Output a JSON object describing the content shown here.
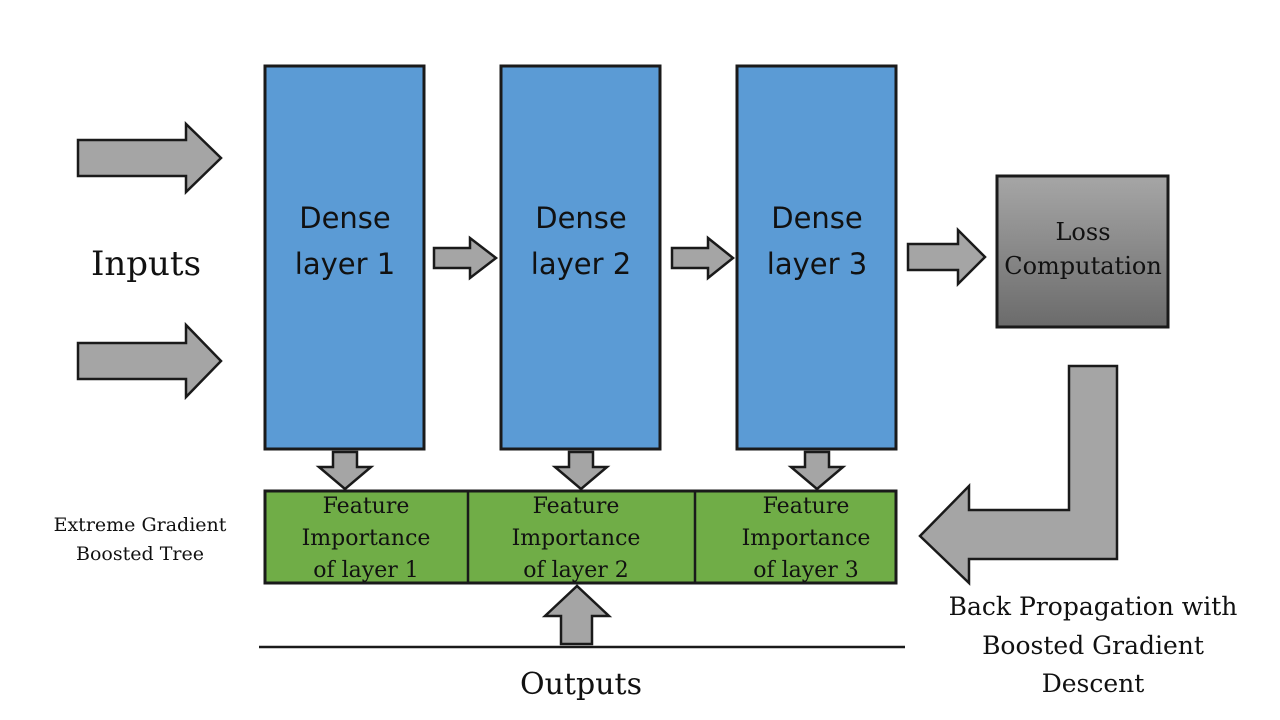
{
  "inputs_label": "Inputs",
  "dense_layers": [
    {
      "line1": "Dense",
      "line2": "layer 1"
    },
    {
      "line1": "Dense",
      "line2": "layer 2"
    },
    {
      "line1": "Dense",
      "line2": "layer 3"
    }
  ],
  "loss": {
    "line1": "Loss",
    "line2": "Computation"
  },
  "xgb_label": {
    "line1": "Extreme Gradient",
    "line2": "Boosted Tree"
  },
  "feature_cells": [
    {
      "line1": "Feature",
      "line2": "Importance",
      "line3": "of layer 1"
    },
    {
      "line1": "Feature",
      "line2": "Importance",
      "line3": "of layer 2"
    },
    {
      "line1": "Feature",
      "line2": "Importance",
      "line3": "of layer 3"
    }
  ],
  "outputs_label": "Outputs",
  "backprop_label": {
    "line1": "Back Propagation with",
    "line2": "Boosted Gradient",
    "line3": "Descent"
  },
  "colors": {
    "dense_fill": "#5b9bd5",
    "feature_fill": "#70ad47",
    "arrow_fill": "#a5a5a5",
    "outline": "#1a1a1a"
  }
}
